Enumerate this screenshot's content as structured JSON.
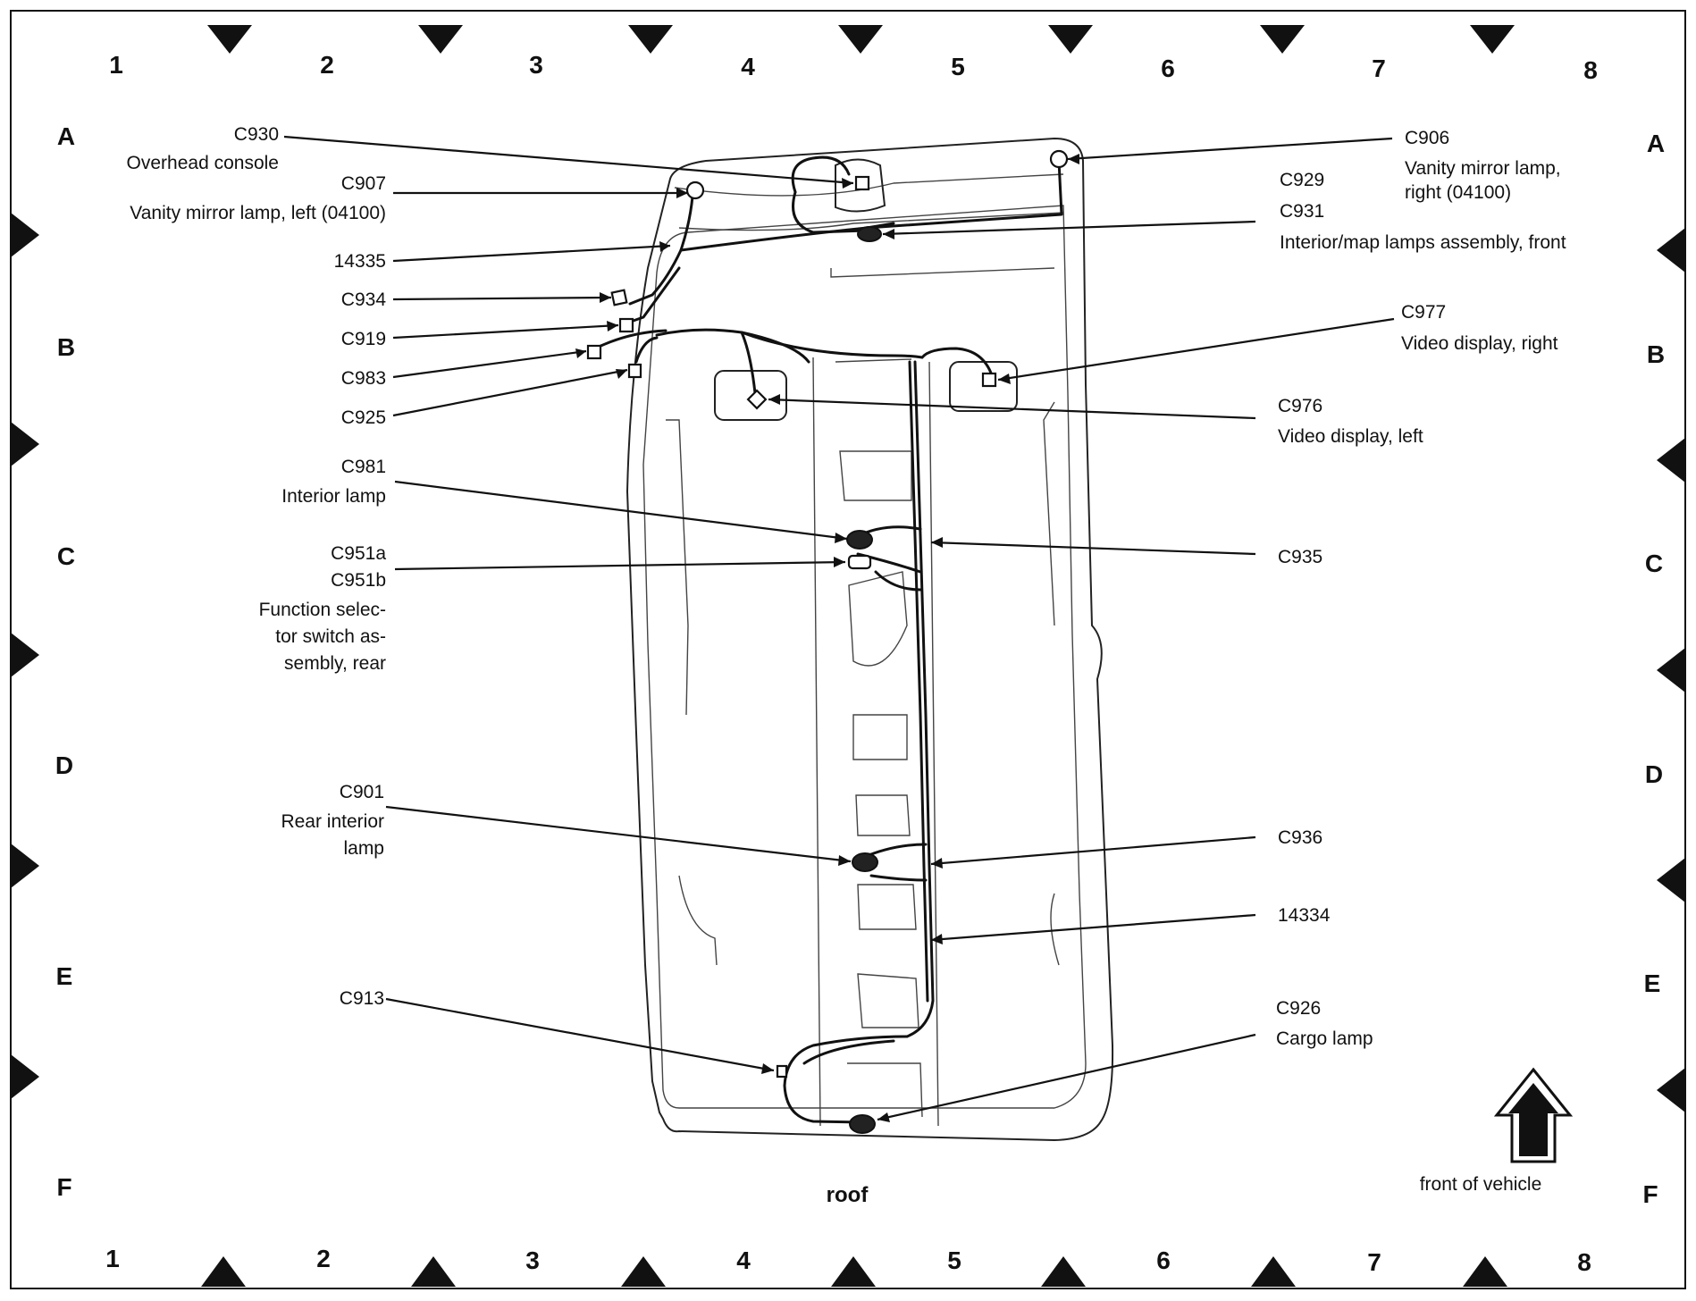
{
  "caption": "roof",
  "front_note": "front of vehicle",
  "grid": {
    "columns": [
      "1",
      "2",
      "3",
      "4",
      "5",
      "6",
      "7",
      "8"
    ],
    "rows": [
      "A",
      "B",
      "C",
      "D",
      "E",
      "F"
    ]
  },
  "callouts": {
    "c930": {
      "code": "C930",
      "desc": "Overhead console"
    },
    "c907": {
      "code": "C907",
      "desc": "Vanity mirror lamp, left (04100)"
    },
    "w14335": {
      "code": "14335"
    },
    "c934": {
      "code": "C934"
    },
    "c919": {
      "code": "C919"
    },
    "c983": {
      "code": "C983"
    },
    "c925": {
      "code": "C925"
    },
    "c981": {
      "code": "C981",
      "desc": "Interior lamp"
    },
    "c951": {
      "code_a": "C951a",
      "code_b": "C951b",
      "desc": [
        "Function selec-",
        "tor switch as-",
        "sembly, rear"
      ]
    },
    "c901": {
      "code": "C901",
      "desc": [
        "Rear interior",
        "lamp"
      ]
    },
    "c913": {
      "code": "C913"
    },
    "c906": {
      "code": "C906",
      "desc": [
        "Vanity mirror lamp,",
        "right (04100)"
      ]
    },
    "c929": {
      "code": "C929"
    },
    "c931": {
      "code": "C931",
      "desc": "Interior/map lamps assembly, front"
    },
    "c977": {
      "code": "C977",
      "desc": "Video display, right"
    },
    "c976": {
      "code": "C976",
      "desc": "Video display, left"
    },
    "c935": {
      "code": "C935"
    },
    "c936": {
      "code": "C936"
    },
    "w14334": {
      "code": "14334"
    },
    "c926": {
      "code": "C926",
      "desc": "Cargo lamp"
    }
  }
}
